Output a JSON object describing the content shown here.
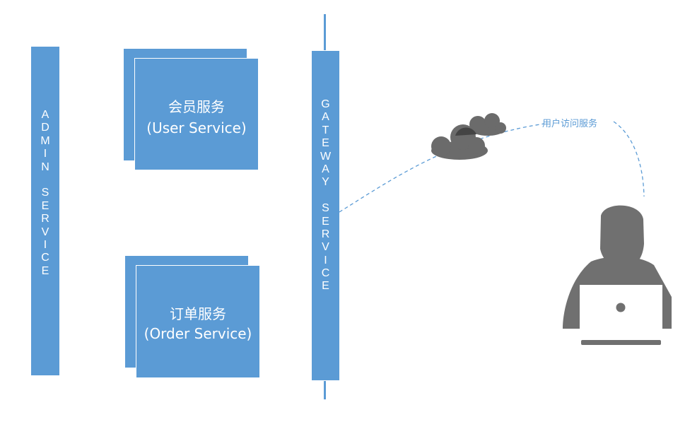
{
  "admin_service": {
    "label": "ADMIN SERVICE"
  },
  "gateway_service": {
    "label": "GATEWAY SERVICE"
  },
  "user_service": {
    "name": "会员服务",
    "name_en": "(User Service)"
  },
  "order_service": {
    "name": "订单服务",
    "name_en": "(Order Service)"
  },
  "access_label": "用户访问服务",
  "icons": {
    "cloud": "cloud-icon",
    "user": "user-at-laptop-icon"
  },
  "colors": {
    "box_fill": "#5b9bd5",
    "dashed_line": "#5b9bd5",
    "cloud": "#6b6b6b",
    "user": "#707070"
  }
}
